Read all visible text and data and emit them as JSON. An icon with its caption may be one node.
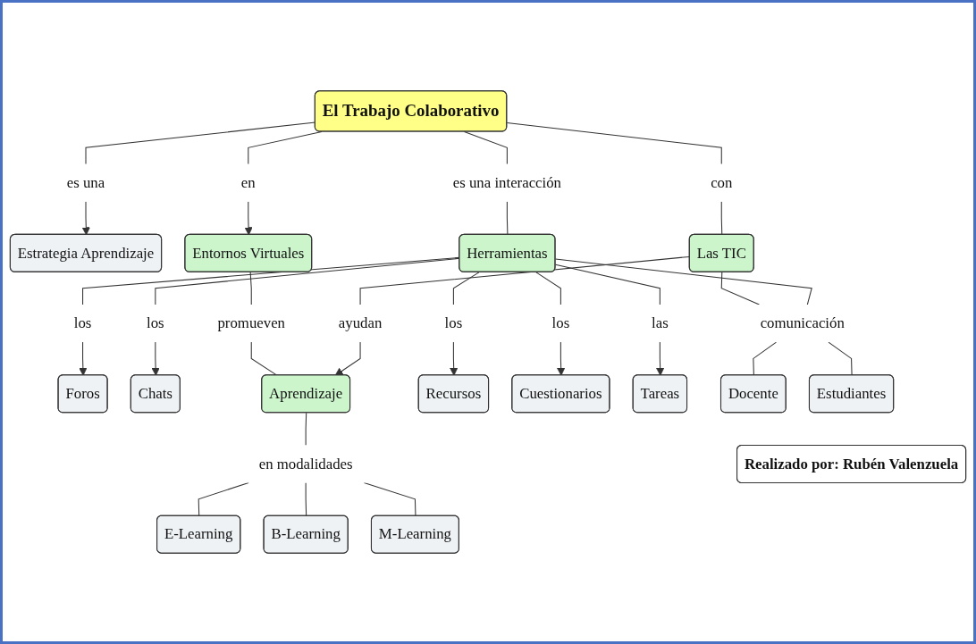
{
  "diagram": {
    "nodes": [
      {
        "text": [
          "Estrategia Aprendizaje"
        ]
      },
      {
        "text": [
          "es una"
        ]
      },
      {
        "text": [
          "Entornos Virtuales"
        ]
      },
      {
        "text": [
          "en"
        ]
      },
      {
        "text": [
          "El Trabajo Colaborativo"
        ]
      },
      {
        "text": [
          "es una interacción"
        ]
      },
      {
        "text": [
          "Foros"
        ]
      },
      {
        "text": [
          "los"
        ]
      },
      {
        "text": [
          "promueven"
        ]
      },
      {
        "text": [
          "los"
        ]
      },
      {
        "text": [
          "Chats"
        ]
      },
      {
        "text": [
          "con"
        ]
      },
      {
        "text": [
          "Aprendizaje"
        ]
      },
      {
        "text": [
          "Herramientas"
        ]
      },
      {
        "text": [
          "los"
        ]
      },
      {
        "text": [
          "Recursos"
        ]
      },
      {
        "text": [
          "ayudan"
        ]
      },
      {
        "text": [
          "Las TIC"
        ]
      },
      {
        "text": [
          "en modalidades"
        ]
      },
      {
        "text": [
          "los"
        ]
      },
      {
        "text": [
          "Cuestionarios"
        ]
      },
      {
        "text": [
          "B-Learning"
        ]
      },
      {
        "text": [
          "comunicación"
        ]
      },
      {
        "text": [
          "las"
        ]
      },
      {
        "text": [
          "M-Learning"
        ]
      },
      {
        "text": [
          "E-Learning"
        ]
      },
      {
        "text": [
          "Tareas"
        ]
      },
      {
        "text": [
          "Docente"
        ]
      },
      {
        "text": [
          "Estudiantes"
        ]
      },
      {
        "text": [
          "Realizado por: Rubén Valenzuela"
        ]
      }
    ],
    "edges": [
      {
        "from": 4,
        "to": 1,
        "arrow": "none"
      },
      {
        "from": 1,
        "to": 0,
        "arrow": "to"
      },
      {
        "from": 4,
        "to": 3,
        "arrow": "none"
      },
      {
        "from": 3,
        "to": 2,
        "arrow": "to"
      },
      {
        "from": 4,
        "to": 5,
        "arrow": "none"
      },
      {
        "from": 5,
        "to": 13,
        "arrow": "none"
      },
      {
        "from": 4,
        "to": 11,
        "arrow": "none"
      },
      {
        "from": 11,
        "to": 17,
        "arrow": "none"
      },
      {
        "from": 2,
        "to": 8,
        "arrow": "none"
      },
      {
        "from": 8,
        "to": 12,
        "arrow": "none"
      },
      {
        "from": 17,
        "to": 16,
        "arrow": "none"
      },
      {
        "from": 16,
        "to": 12,
        "arrow": "to"
      },
      {
        "from": 12,
        "to": 18,
        "arrow": "none"
      },
      {
        "from": 18,
        "to": 25,
        "arrow": "none"
      },
      {
        "from": 18,
        "to": 21,
        "arrow": "none"
      },
      {
        "from": 18,
        "to": 24,
        "arrow": "none"
      },
      {
        "from": 17,
        "to": 22,
        "arrow": "none"
      },
      {
        "from": 13,
        "to": 22,
        "arrow": "none"
      },
      {
        "from": 22,
        "to": 27,
        "arrow": "none"
      },
      {
        "from": 22,
        "to": 28,
        "arrow": "none"
      },
      {
        "from": 13,
        "to": 7,
        "arrow": "none"
      },
      {
        "from": 7,
        "to": 6,
        "arrow": "to"
      },
      {
        "from": 13,
        "to": 9,
        "arrow": "none"
      },
      {
        "from": 9,
        "to": 10,
        "arrow": "to"
      },
      {
        "from": 13,
        "to": 14,
        "arrow": "none"
      },
      {
        "from": 14,
        "to": 15,
        "arrow": "to"
      },
      {
        "from": 13,
        "to": 19,
        "arrow": "none"
      },
      {
        "from": 19,
        "to": 20,
        "arrow": "to"
      },
      {
        "from": 13,
        "to": 23,
        "arrow": "none"
      },
      {
        "from": 23,
        "to": 26,
        "arrow": "to"
      }
    ]
  }
}
